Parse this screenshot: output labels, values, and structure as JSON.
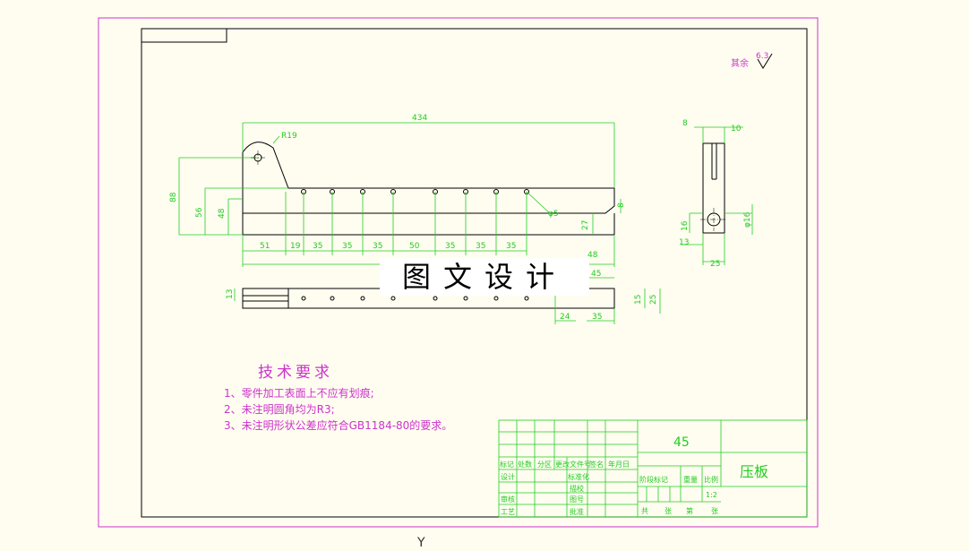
{
  "overlay_title": "图文设计",
  "axis_label": "Y",
  "roughness": {
    "label": "其余",
    "value": "6.3"
  },
  "requirements": {
    "title": "技术要求",
    "items": [
      "1、零件加工表面上不应有划痕;",
      "2、未注明圆角均为R3;",
      "3、未注明形状公差应符合GB1184-80的要求。"
    ]
  },
  "dimensions": {
    "top": {
      "overall": "434",
      "radius": "R19",
      "height_88": "88",
      "height_56": "56",
      "height_48": "48",
      "hole": "φ5",
      "right_27": "27",
      "right_8": "8",
      "right_48": "48",
      "spacing": [
        "51",
        "19",
        "35",
        "35",
        "35",
        "50",
        "35",
        "35",
        "35"
      ]
    },
    "bottom": {
      "thick": "13",
      "d45": "45",
      "d15": "15",
      "d25": "25",
      "d24": "24",
      "d35": "35"
    },
    "side": {
      "w8": "8",
      "w10": "10",
      "h16": "16",
      "h13": "13",
      "phi16": "φ16",
      "w25": "25"
    }
  },
  "title_block": {
    "material": "45",
    "part_name": "压板",
    "labels": {
      "mark": "标记",
      "count": "处数",
      "zone": "分区",
      "doc": "更改文件号",
      "sign": "签名",
      "date": "年月日",
      "design": "设计",
      "standard": "标准化",
      "review": "审核",
      "process": "工艺",
      "approve": "批准",
      "check": "描校",
      "archive": "图号",
      "stage": "阶段标记",
      "weight": "重量",
      "scale": "比例",
      "scale_value": "1:2",
      "sheets_total": "共",
      "sheets_unit": "张",
      "sheet_no": "第",
      "sheet_unit2": "张"
    }
  }
}
